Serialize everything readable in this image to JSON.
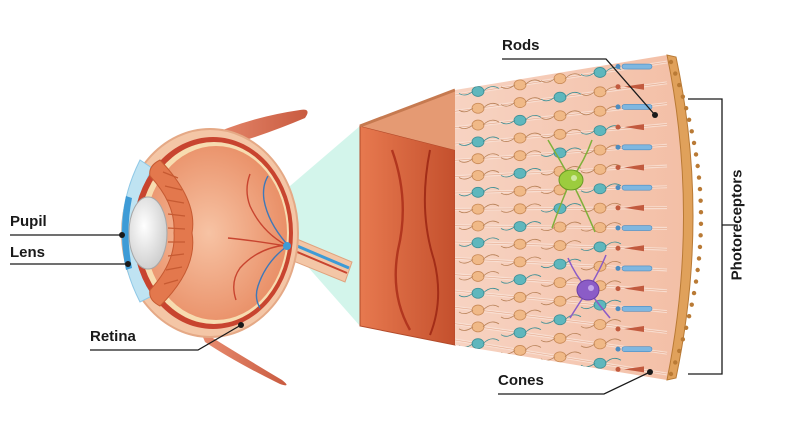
{
  "labels": {
    "pupil": "Pupil",
    "lens": "Lens",
    "retina": "Retina",
    "rods": "Rods",
    "cones": "Cones",
    "photoreceptors": "Photoreceptors"
  },
  "colors": {
    "leader_line": "#1a1a1a",
    "muscle": "#d9745a",
    "sclera": "#f4c6a6",
    "cornea": "#bfe3f2",
    "iris_blue": "#3e9bd6",
    "lens": "#eeeeee",
    "retina_red": "#c8442f",
    "vitreous": "#f1a987",
    "cross_section": "#d8623c",
    "layer_bg": "#f6c9b6",
    "rod_blue": "#7fb7e0",
    "cone_red": "#c25a3e",
    "neuron_teal": "#5fb7bd",
    "neuron_tan": "#f0b987",
    "ganglion_green": "#9ccc3e",
    "amacrine_purple": "#8b5cc7",
    "rpe_edge": "#e0a15b",
    "light_cone": "#c4f1e4"
  }
}
